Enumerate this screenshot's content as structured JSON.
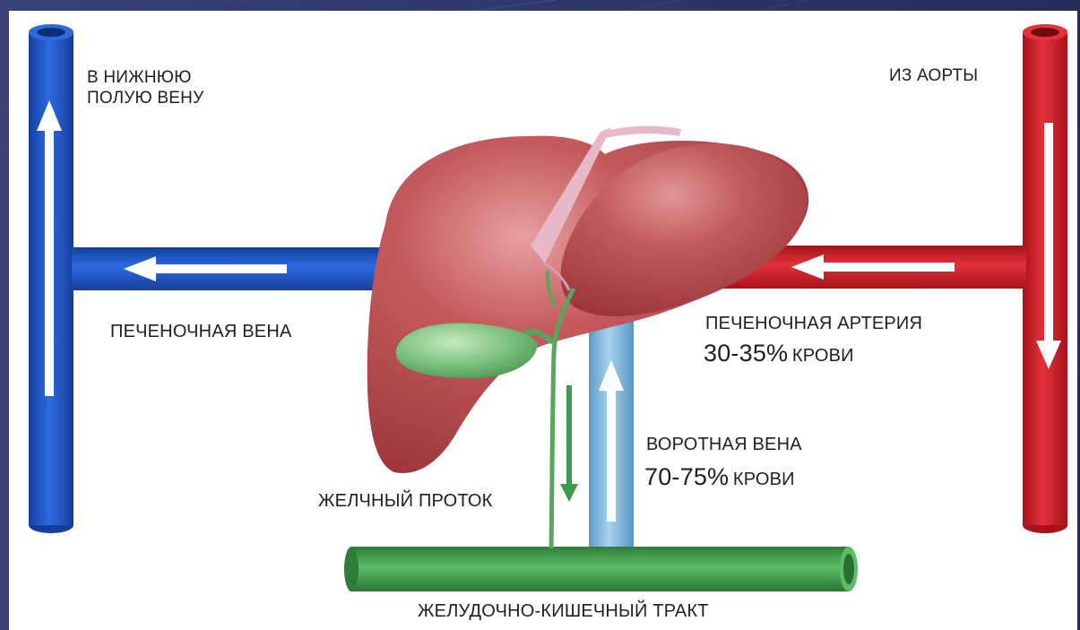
{
  "labels": {
    "ivc_line1": "В НИЖНЮЮ",
    "ivc_line2": "ПОЛУЮ ВЕНУ",
    "aorta": "ИЗ АОРТЫ",
    "hepatic_vein": "ПЕЧЕНОЧНАЯ ВЕНА",
    "hepatic_artery": "ПЕЧЕНОЧНАЯ АРТЕРИЯ",
    "hepatic_artery_pct": "30-35%",
    "hepatic_artery_pct_word": "КРОВИ",
    "portal_vein": "ВОРОТНАЯ ВЕНА",
    "portal_vein_pct": "70-75%",
    "portal_vein_pct_word": "КРОВИ",
    "bile_duct": "ЖЕЛЧНЫЙ ПРОТОК",
    "gi_tract": "ЖЕЛУДОЧНО-КИШЕЧНЫЙ ТРАКТ"
  },
  "colors": {
    "vein_blue": "#1e55c4",
    "artery_red": "#d4222a",
    "portal_blue": "#7ab3d9",
    "liver": "#b94a4f",
    "gallbladder": "#7fbf7f",
    "gi_green": "#3f9a4a",
    "background": "#2e3568"
  }
}
